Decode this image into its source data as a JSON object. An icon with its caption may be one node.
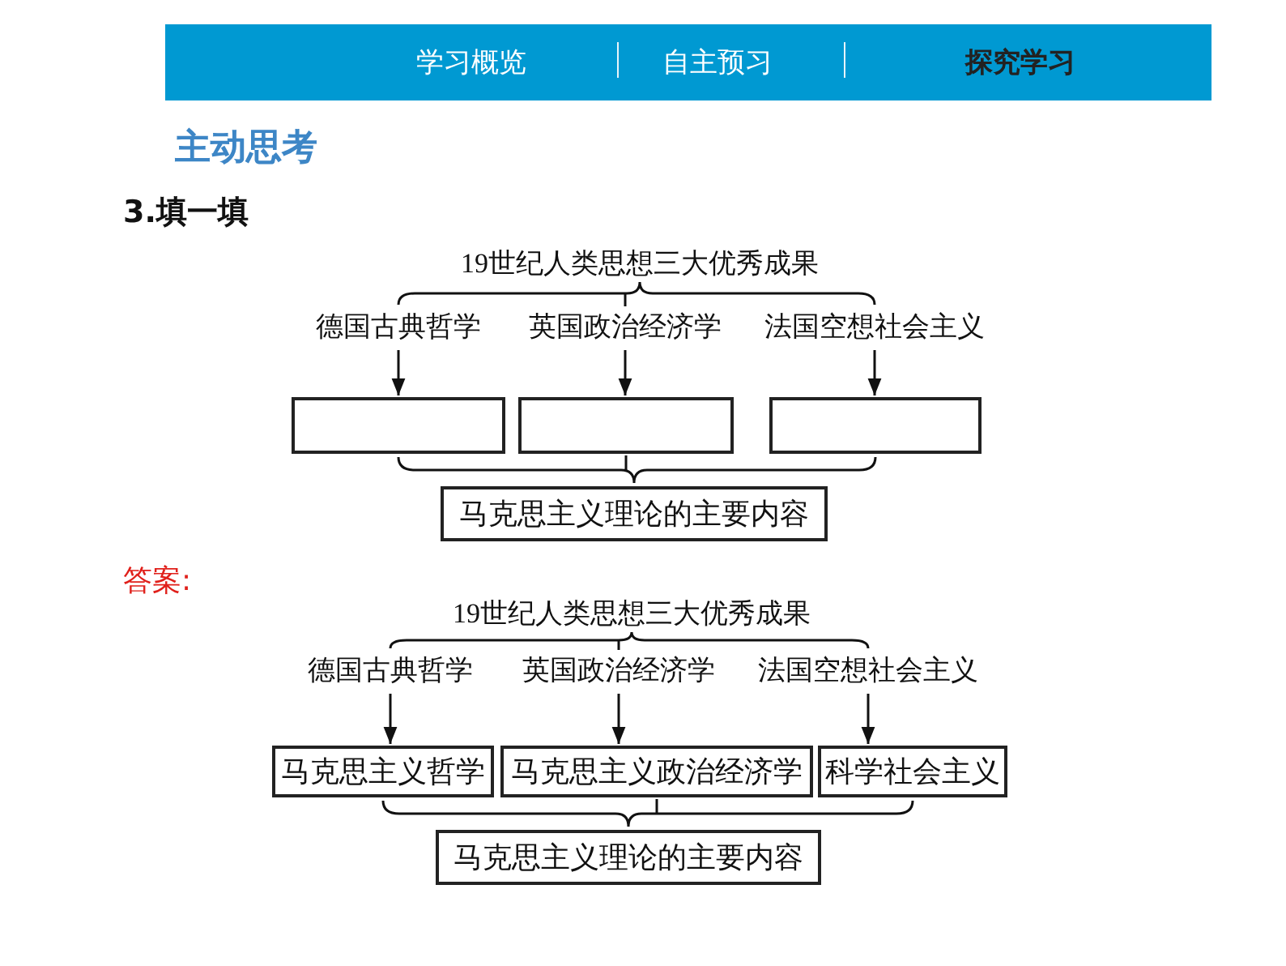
{
  "diagram": {
    "nodes": [
      {
        "text": [
          "19世纪人类思想三大优秀成果"
        ]
      },
      {
        "text": [
          "德国古典哲学"
        ]
      },
      {
        "text": [
          "英国政治经济学"
        ]
      },
      {
        "text": [
          "法国空想社会主义"
        ]
      },
      {
        "text": [],
        "shape": "box"
      },
      {
        "text": [],
        "shape": "box"
      },
      {
        "text": [],
        "shape": "box"
      },
      {
        "text": [
          "马克思主义理论的主要内容"
        ]
      },
      {
        "text": [
          "19世纪人类思想三大优秀成果"
        ]
      },
      {
        "text": [
          "德国古典哲学"
        ]
      },
      {
        "text": [
          "英国政治经济学"
        ]
      },
      {
        "text": [
          "法国空想社会主义"
        ]
      },
      {
        "text": [
          "马克思主义哲学"
        ]
      },
      {
        "text": [
          "马克思主义政治经济学"
        ]
      },
      {
        "text": [
          "科学社会主义"
        ]
      },
      {
        "text": [
          "马克思主义理论的主要内容"
        ]
      }
    ],
    "edges": [
      {
        "from": 0,
        "to": 1,
        "arrow": "none"
      },
      {
        "from": 0,
        "to": 2,
        "arrow": "none"
      },
      {
        "from": 0,
        "to": 3,
        "arrow": "none"
      },
      {
        "from": 1,
        "to": 4,
        "arrow": "to"
      },
      {
        "from": 2,
        "to": 5,
        "arrow": "to"
      },
      {
        "from": 3,
        "to": 6,
        "arrow": "to"
      },
      {
        "from": 4,
        "to": 7,
        "arrow": "none"
      },
      {
        "from": 5,
        "to": 7,
        "arrow": "none"
      },
      {
        "from": 6,
        "to": 7,
        "arrow": "none"
      },
      {
        "from": 8,
        "to": 9,
        "arrow": "none"
      },
      {
        "from": 8,
        "to": 10,
        "arrow": "none"
      },
      {
        "from": 8,
        "to": 11,
        "arrow": "none"
      },
      {
        "from": 9,
        "to": 12,
        "arrow": "to"
      },
      {
        "from": 10,
        "to": 13,
        "arrow": "to"
      },
      {
        "from": 11,
        "to": 14,
        "arrow": "to"
      },
      {
        "from": 12,
        "to": 15,
        "arrow": "none"
      },
      {
        "from": 13,
        "to": 15,
        "arrow": "none"
      },
      {
        "from": 14,
        "to": 15,
        "arrow": "none"
      }
    ],
    "labels": [
      "学习概览",
      "自主预习",
      "探究学习",
      "主动思考",
      "3.填一填",
      "答案:"
    ]
  }
}
